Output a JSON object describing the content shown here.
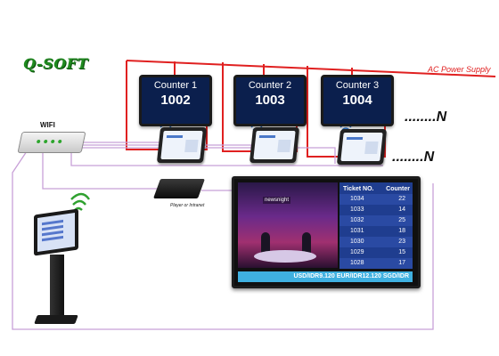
{
  "brand": "Q-SOFT",
  "power_label": "AC Power Supply",
  "network_label": "WIFI",
  "counters": [
    {
      "label": "Counter 1",
      "number": "1002"
    },
    {
      "label": "Counter 2",
      "number": "1003"
    },
    {
      "label": "Counter 3",
      "number": "1004"
    }
  ],
  "more_counters_label": "........N",
  "more_tablets_label": "........N",
  "player_label": "Player or Intranet",
  "tv": {
    "logo": "newsnight",
    "table_headers": [
      "Ticket NO.",
      "Counter"
    ],
    "rows": [
      {
        "ticket": "1034",
        "counter": "22"
      },
      {
        "ticket": "1033",
        "counter": "14"
      },
      {
        "ticket": "1032",
        "counter": "25"
      },
      {
        "ticket": "1031",
        "counter": "18"
      },
      {
        "ticket": "1030",
        "counter": "23"
      },
      {
        "ticket": "1029",
        "counter": "15"
      },
      {
        "ticket": "1028",
        "counter": "17"
      }
    ],
    "ticker": "USD/IDR9.120 EUR/IDR12.120 SGD/IDR"
  },
  "colors": {
    "power_line": "#e02020",
    "data_line": "#c8a0d8",
    "display_bg": "#0b1f4d",
    "brand": "#1f8a1f"
  }
}
